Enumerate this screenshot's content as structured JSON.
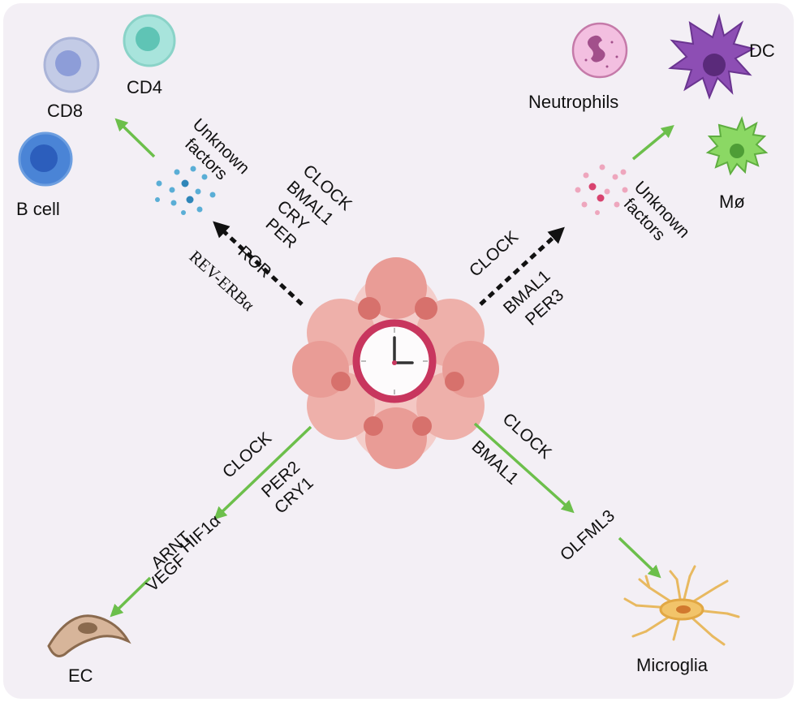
{
  "cells": {
    "cd8": "CD8",
    "cd4": "CD4",
    "b_cell": "B cell",
    "neutrophils": "Neutrophils",
    "dc": "DC",
    "macrophage": "Mø",
    "ec": "EC",
    "microglia": "Microglia"
  },
  "factors": {
    "top_left": [
      "Unknown",
      "factors"
    ],
    "top_right": [
      "Unknown",
      "factors"
    ]
  },
  "genes": {
    "top_left": [
      "CLOCK",
      "BMAL1",
      "CRY",
      "PER",
      "ROR"
    ],
    "top_left_serif": "REV-ERBα",
    "top_right": [
      "CLOCK",
      "BMAL1",
      "PER3"
    ],
    "bottom_left_outer": "CLOCK",
    "bottom_left_inner": [
      "PER2",
      "CRY1"
    ],
    "bottom_left_lower": [
      "HIF1α",
      "ARNT",
      "VEGF"
    ],
    "bottom_right": [
      "CLOCK",
      "BMAL1"
    ],
    "bottom_right_mediator": "OLFML3"
  },
  "colors": {
    "background": "#f3eff5",
    "green_arrow": "#6cbf4b",
    "dashed_arrow": "#111111",
    "clock_ring": "#c8365e",
    "tumor": "#e9a29c"
  }
}
